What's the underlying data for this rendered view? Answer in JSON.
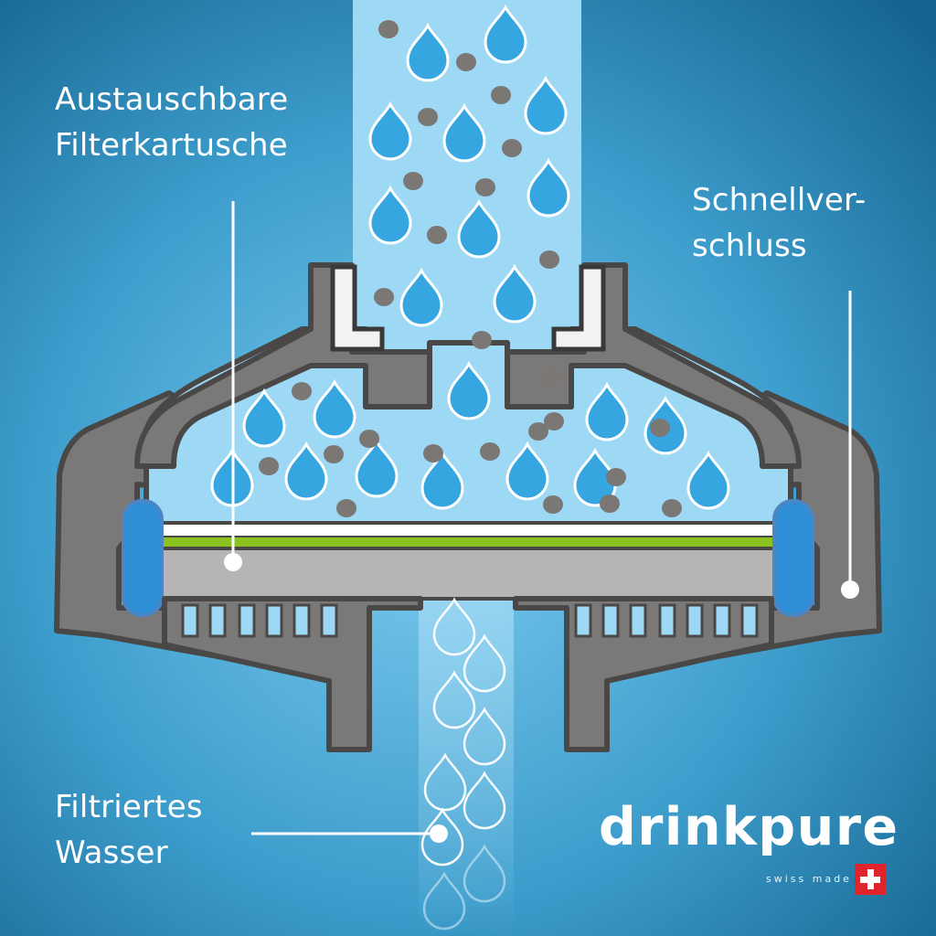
{
  "diagram": {
    "title": "drinkpure filter cross-section",
    "labels": {
      "cartridge": [
        "Austauschbare",
        "Filterkartusche"
      ],
      "quick_lock": [
        "Schnellver-",
        "schluss"
      ],
      "filtered_water": [
        "Filtriertes",
        "Wasser"
      ]
    },
    "brand": {
      "name": "drinkpure",
      "tagline": "swiss made",
      "flag_icon": "swiss-flag-icon"
    },
    "colors": {
      "background_dark": "#1a6e99",
      "background_light": "#6cc0e6",
      "water_light": "#9dd8f5",
      "drop_fill": "#35a6e0",
      "housing_gray": "#7b7878",
      "housing_outline": "#4a4747",
      "membrane_green": "#8cc21f",
      "cartridge_gray": "#b6b4b4",
      "seal_blue": "#2f8fd6",
      "dirt_gray": "#7a7775",
      "swiss_red": "#e0242b"
    },
    "icons": {
      "drop": "water-drop-icon",
      "dirt": "dirt-particle-icon",
      "pointer": "callout-dot-icon"
    }
  }
}
